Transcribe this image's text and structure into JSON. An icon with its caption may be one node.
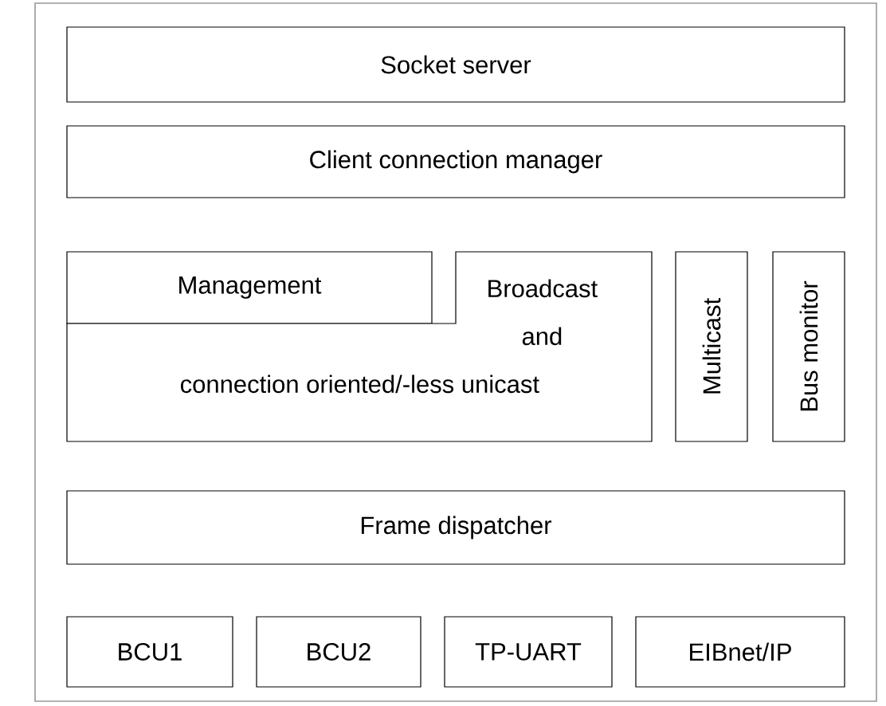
{
  "diagram": {
    "nodes": [
      {
        "text": [],
        "shape": "box"
      },
      {
        "text": [
          "Socket server"
        ],
        "in": 0
      },
      {
        "text": [
          "Client connection manager"
        ],
        "in": 0
      },
      {
        "text": [
          "Management"
        ],
        "in": 0
      },
      {
        "text": [
          "Broadcast and connection oriented/-less unicast"
        ],
        "in": 0
      },
      {
        "text": [
          "Multicast"
        ],
        "in": 0
      },
      {
        "text": [
          "Bus monitor"
        ],
        "in": 0
      },
      {
        "text": [
          "Frame dispatcher"
        ],
        "in": 0
      },
      {
        "text": [
          "BCU1"
        ],
        "in": 0
      },
      {
        "text": [
          "BCU2"
        ],
        "in": 0
      },
      {
        "text": [
          "TP-UART"
        ],
        "in": 0
      },
      {
        "text": [
          "EIBnet/IP"
        ],
        "in": 0
      }
    ]
  }
}
